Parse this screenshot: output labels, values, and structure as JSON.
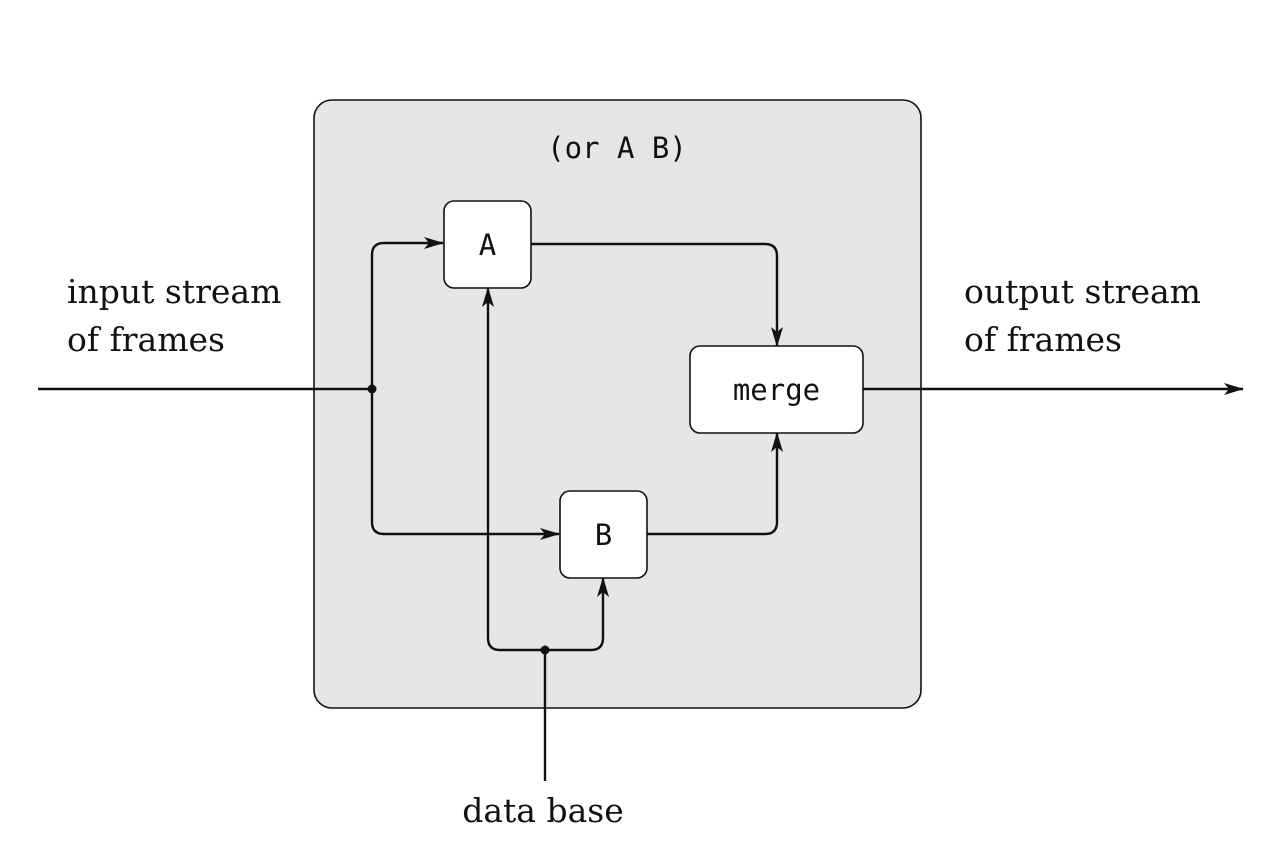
{
  "diagram": {
    "container_title": "(or A B)",
    "nodes": {
      "a": "A",
      "b": "B",
      "merge": "merge"
    },
    "input": {
      "line1": "input stream",
      "line2": "of frames"
    },
    "output": {
      "line1": "output stream",
      "line2": "of frames"
    },
    "database": "data base"
  }
}
